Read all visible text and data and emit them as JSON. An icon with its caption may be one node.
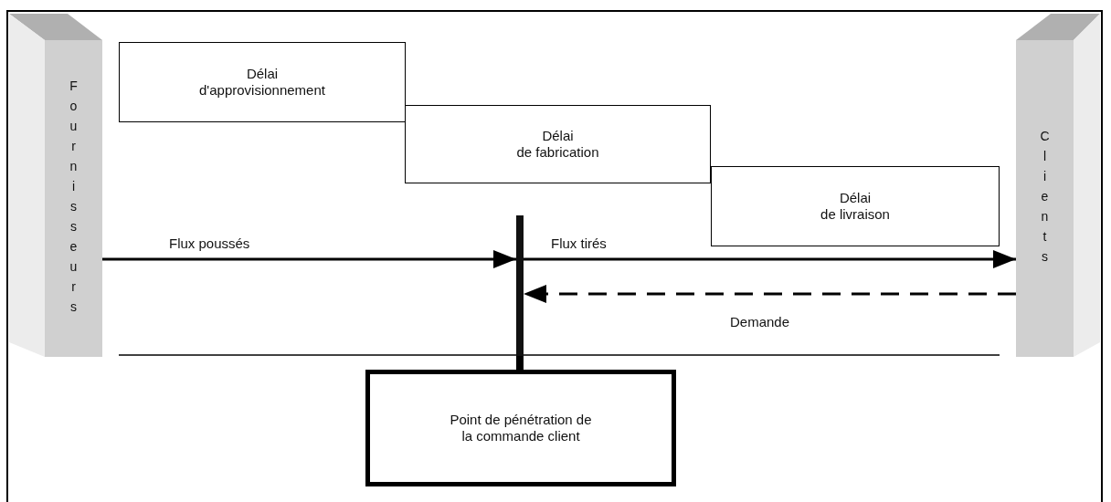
{
  "diagram": {
    "nodes": [
      {
        "text": [
          "Fournisseurs"
        ]
      },
      {
        "text": [
          "Délai",
          "d'approvisionnement"
        ]
      },
      {
        "text": [
          "Délai",
          "de fabrication"
        ]
      },
      {
        "text": [
          "Délai",
          "de livraison"
        ]
      },
      {
        "text": [
          "Clients"
        ]
      },
      {
        "text": [],
        "shape": "bar"
      },
      {
        "text": [
          "Point de pénétration de la commande client"
        ]
      }
    ],
    "edges": [
      {
        "from": 0,
        "to": 5,
        "arrow": "to",
        "label": "Flux poussés"
      },
      {
        "from": 5,
        "to": 4,
        "arrow": "to",
        "label": "Flux tirés"
      },
      {
        "from": 4,
        "to": 5,
        "arrow": "to",
        "label": "Demande",
        "style": "dashed"
      },
      {
        "from": 5,
        "to": 6,
        "arrow": "none",
        "style": "thick"
      }
    ]
  }
}
